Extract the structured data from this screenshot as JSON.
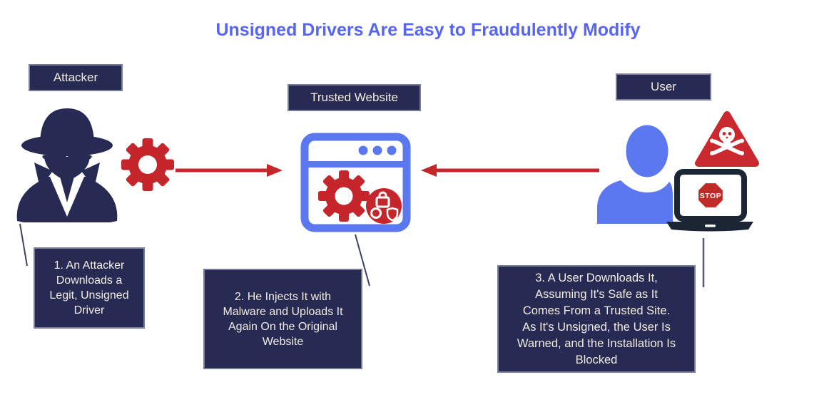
{
  "title": "Unsigned Drivers Are Easy to Fraudulently Modify",
  "labels": {
    "attacker": "Attacker",
    "website": "Trusted Website",
    "user": "User"
  },
  "steps": [
    {
      "text": "1. An Attacker\nDownloads a\nLegit, Unsigned\nDriver"
    },
    {
      "text": "2. He Injects It with\nMalware and Uploads It\nAgain On the Original\nWebsite"
    },
    {
      "text": "3. A User Downloads It,\nAssuming It's Safe as It\nComes From a Trusted Site.\nAs It's Unsigned, the User Is\nWarned, and the Installation Is\nBlocked"
    }
  ],
  "laptop": {
    "stop_label": "STOP"
  },
  "icons": [
    "spy-icon",
    "gear-icon",
    "browser-window-icon",
    "malware-badge-icon",
    "skull-warning-icon",
    "person-icon",
    "laptop-stop-icon",
    "arrow-right-icon",
    "arrow-left-icon"
  ],
  "colors": {
    "title_blue": "#5765F5",
    "icon_blue": "#5B78F0",
    "navy": "#272B54",
    "laptop_navy": "#1B2534",
    "red": "#C5262C",
    "box_text": "#F1ECE2"
  }
}
